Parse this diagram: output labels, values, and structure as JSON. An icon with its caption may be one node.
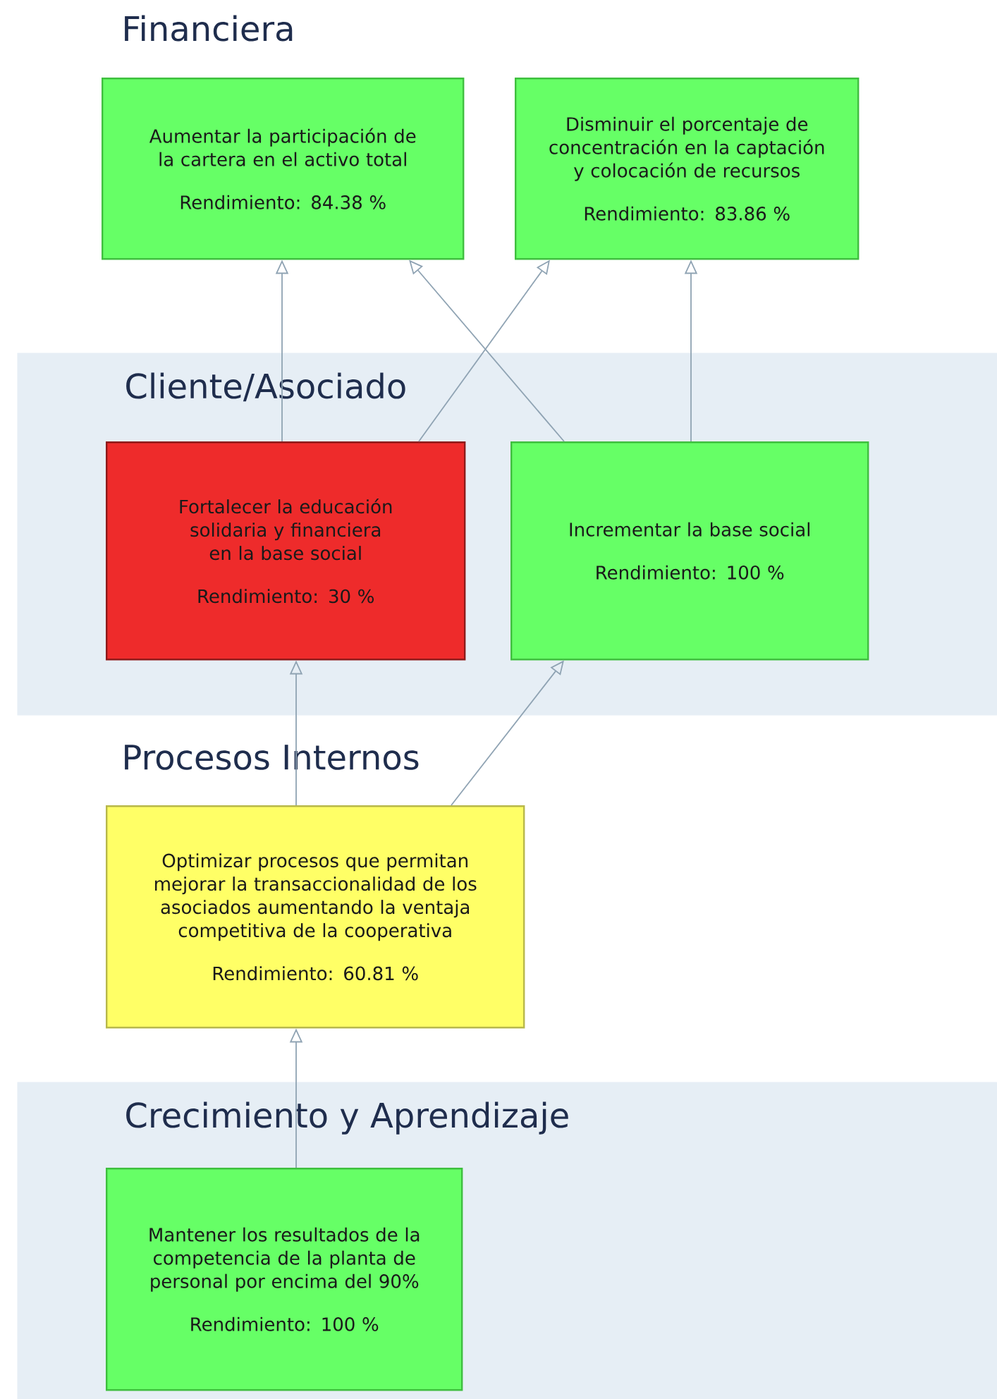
{
  "diagram": {
    "nodes": [
      {
        "text": [
          "Aumentar la participación de la cartera en el activo total",
          "Rendimiento: 84.38 %"
        ]
      },
      {
        "text": [
          "Disminuir el porcentaje de concentración en la captación y colocación de recursos",
          "Rendimiento: 83.86 %"
        ]
      },
      {
        "text": [
          "Cliente/Asociado"
        ]
      },
      {
        "text": [
          "Fortalecer la educación solidaria y financiera en la base social",
          "Rendimiento: 30 %"
        ],
        "in": 2
      },
      {
        "text": [
          "Incrementar la base social",
          "Rendimiento: 100 %"
        ],
        "in": 2
      },
      {
        "text": [
          "Optimizar procesos que permitan mejorar la transaccionalidad de los asociados aumentando la ventaja competitiva de la cooperativa",
          "Rendimiento: 60.81 %"
        ]
      },
      {
        "text": [
          "Crecimiento y Aprendizaje"
        ]
      },
      {
        "text": [
          "Mantener los resultados de la competencia de la planta de personal por encima del 90%",
          "Rendimiento: 100 %"
        ],
        "in": 6
      }
    ],
    "edges": [
      {
        "from": 3,
        "to": 0,
        "arrow": "to"
      },
      {
        "from": 3,
        "to": 1,
        "arrow": "to"
      },
      {
        "from": 4,
        "to": 0,
        "arrow": "to"
      },
      {
        "from": 4,
        "to": 1,
        "arrow": "to"
      },
      {
        "from": 5,
        "to": 3,
        "arrow": "to"
      },
      {
        "from": 5,
        "to": 4,
        "arrow": "to"
      },
      {
        "from": 7,
        "to": 5,
        "arrow": "to"
      }
    ],
    "labels": [
      "Financiera",
      "Procesos Internos"
    ]
  }
}
